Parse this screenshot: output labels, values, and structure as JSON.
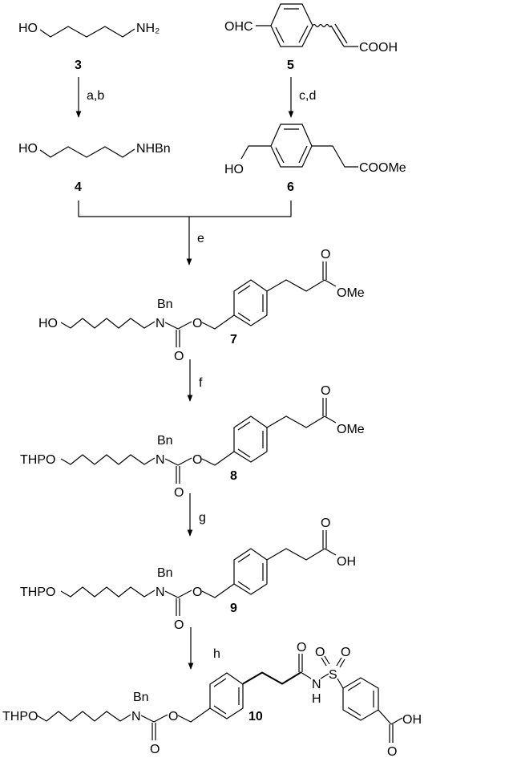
{
  "scheme": {
    "c3": {
      "number": "3",
      "ho": "HO",
      "amine": "NH₂"
    },
    "c4": {
      "number": "4",
      "ho": "HO",
      "amine": "NHBn"
    },
    "c5": {
      "number": "5",
      "aldehyde": "OHC",
      "acid": "COOH"
    },
    "c6": {
      "number": "6",
      "ho": "HO",
      "ester": "COOMe"
    },
    "c7": {
      "number": "7",
      "left": "HO",
      "bn": "Bn",
      "n": "N",
      "o_carbonyl": "O",
      "o_ester": "O",
      "o_top": "O",
      "tail": "OMe"
    },
    "c8": {
      "number": "8",
      "left": "THPO",
      "bn": "Bn",
      "n": "N",
      "o_carbonyl": "O",
      "o_ester": "O",
      "o_top": "O",
      "tail": "OMe"
    },
    "c9": {
      "number": "9",
      "left": "THPO",
      "bn": "Bn",
      "n": "N",
      "o_carbonyl": "O",
      "o_ester": "O",
      "o_top": "O",
      "tail": "OH"
    },
    "c10": {
      "number": "10",
      "left": "THPO",
      "bn": "Bn",
      "n": "N",
      "o_carbonyl": "O",
      "o_ester": "O",
      "o_amide": "O",
      "nh_n": "N",
      "nh_h": "H",
      "s": "S",
      "so_1": "O",
      "so_2": "O",
      "acid_oh": "OH",
      "acid_o": "O"
    }
  },
  "reagents": {
    "ab": "a,b",
    "cd": "c,d",
    "e": "e",
    "f": "f",
    "g": "g",
    "h": "h"
  }
}
